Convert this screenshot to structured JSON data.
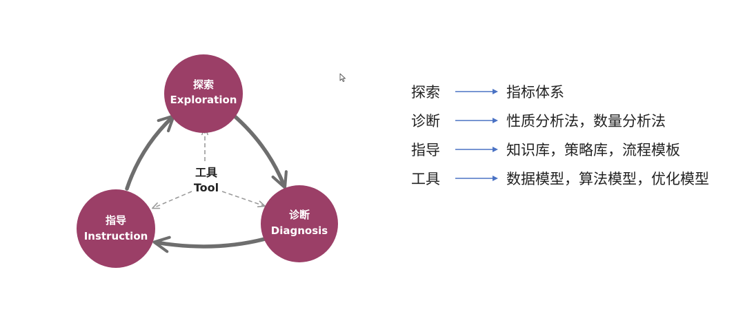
{
  "colors": {
    "node": "#9b3f67",
    "cycle_arrow": "#6e6e6e",
    "dashed_arrow": "#9a9a9a",
    "mapping_arrow": "#4a72c4"
  },
  "nodes": {
    "exploration": {
      "zh": "探索",
      "en": "Exploration"
    },
    "diagnosis": {
      "zh": "诊断",
      "en": "Diagnosis"
    },
    "instruction": {
      "zh": "指导",
      "en": "Instruction"
    },
    "tool": {
      "zh": "工具",
      "en": "Tool"
    }
  },
  "mappings": [
    {
      "term": "探索",
      "value": "指标体系"
    },
    {
      "term": "诊断",
      "value": "性质分析法，数量分析法"
    },
    {
      "term": "指导",
      "value": "知识库，策略库，流程模板"
    },
    {
      "term": "工具",
      "value": "数据模型，算法模型，优化模型"
    }
  ]
}
